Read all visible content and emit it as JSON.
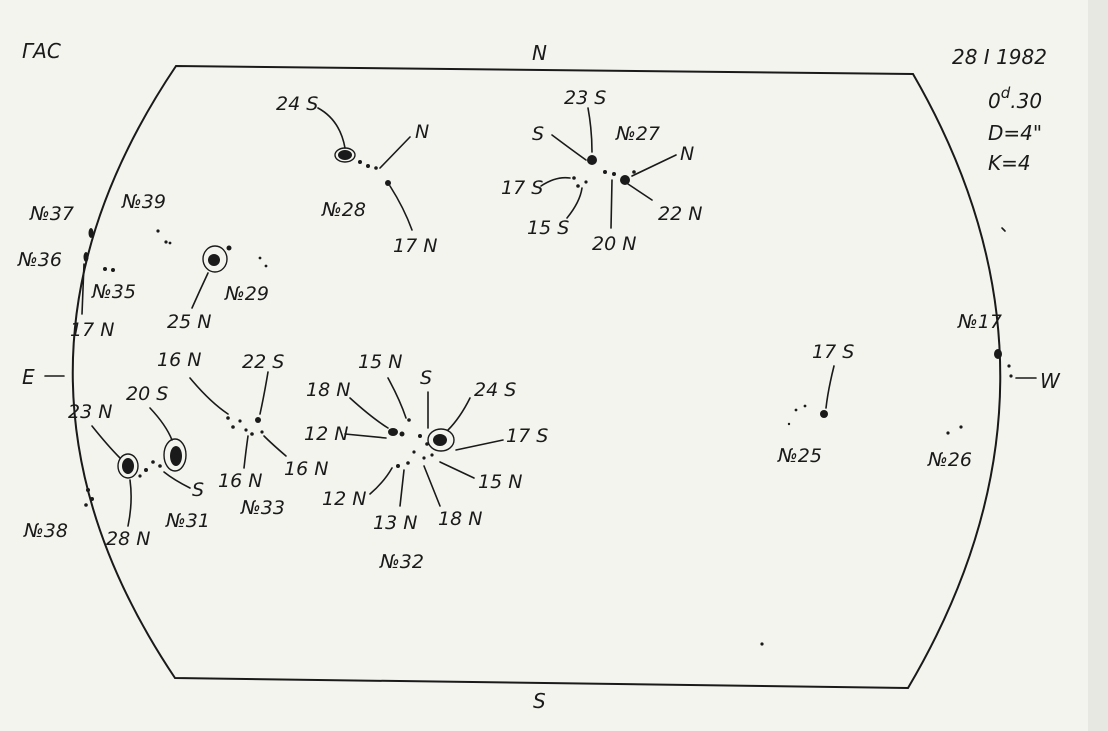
{
  "header": {
    "observatory": "ГАС",
    "date": "28  I  1982",
    "time_prefix": "0",
    "time_sup": "d",
    "time_suffix": ".30",
    "diameter": "D=4\"",
    "quality": "K=4"
  },
  "orientation": {
    "north": "N",
    "south": "S",
    "east": "E",
    "west": "W"
  },
  "groups": {
    "g24": {
      "spots": [
        {
          "label": "24 S"
        },
        {
          "label": "N"
        },
        {
          "label": "№28"
        },
        {
          "label": "17 N"
        }
      ]
    },
    "g27": {
      "spots": [
        {
          "label": "23 S"
        },
        {
          "label": "S"
        },
        {
          "label": "№27"
        },
        {
          "label": "N"
        },
        {
          "label": "17 S"
        },
        {
          "label": "15 S"
        },
        {
          "label": "20 N"
        },
        {
          "label": "22 N"
        }
      ]
    },
    "west_side": {
      "labels": [
        {
          "label": "№37"
        },
        {
          "label": "№39"
        },
        {
          "label": "№36"
        },
        {
          "label": "№35"
        },
        {
          "label": "17 N"
        },
        {
          "label": "25 N"
        },
        {
          "label": "№29"
        }
      ]
    },
    "g33": {
      "labels": [
        {
          "label": "16 N"
        },
        {
          "label": "22 S"
        },
        {
          "label": "16 N"
        },
        {
          "label": "16 N"
        },
        {
          "label": "№33"
        }
      ]
    },
    "g31": {
      "labels": [
        {
          "label": "20 S"
        },
        {
          "label": "23 N"
        },
        {
          "label": "S"
        },
        {
          "label": "28 N"
        },
        {
          "label": "№31"
        },
        {
          "label": "№38"
        }
      ]
    },
    "g32": {
      "labels": [
        {
          "label": "15 N"
        },
        {
          "label": "18 N"
        },
        {
          "label": "S"
        },
        {
          "label": "24 S"
        },
        {
          "label": "12 N"
        },
        {
          "label": "17 S"
        },
        {
          "label": "15 N"
        },
        {
          "label": "12 N"
        },
        {
          "label": "13 N"
        },
        {
          "label": "18 N"
        },
        {
          "label": "№32"
        }
      ]
    },
    "east_side": {
      "labels": [
        {
          "label": "17 S"
        },
        {
          "label": "№25"
        },
        {
          "label": "№17"
        },
        {
          "label": "№26"
        }
      ]
    }
  }
}
